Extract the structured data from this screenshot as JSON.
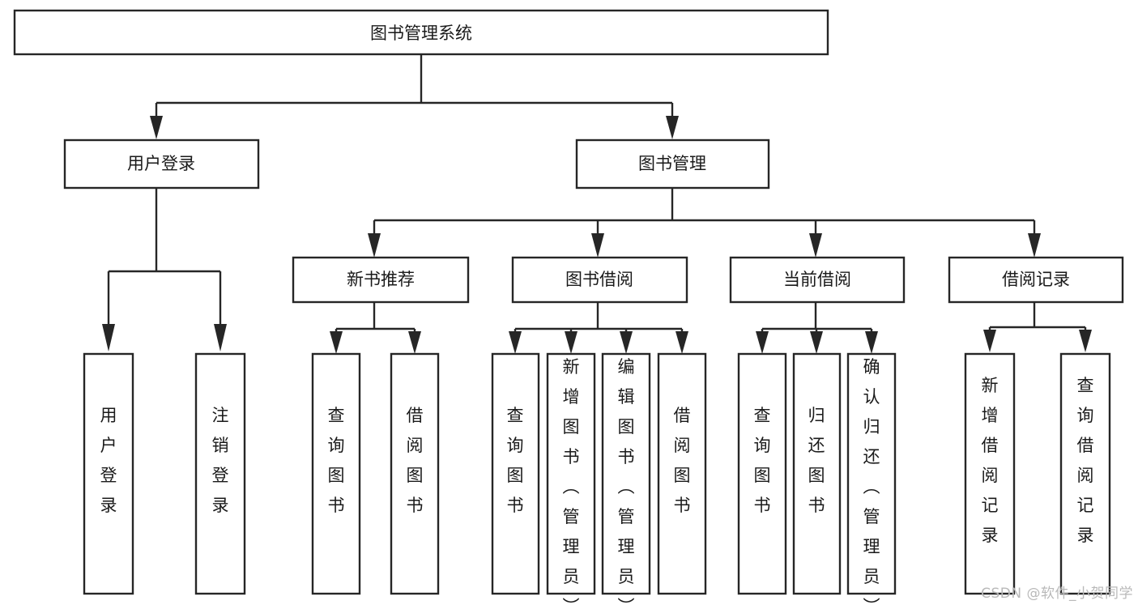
{
  "diagram": {
    "type": "tree-flowchart",
    "title": "图书管理系统",
    "orientation": "top-down",
    "colors": {
      "box_fill": "#ffffff",
      "box_stroke": "#262626",
      "text": "#1a1a1a",
      "watermark": "#b9b9b9",
      "background": "#ffffff"
    },
    "root": {
      "label": "图书管理系统"
    },
    "level2": [
      {
        "label": "用户登录"
      },
      {
        "label": "图书管理"
      }
    ],
    "level3": [
      {
        "label": "新书推荐"
      },
      {
        "label": "图书借阅"
      },
      {
        "label": "当前借阅"
      },
      {
        "label": "借阅记录"
      }
    ],
    "leaves": {
      "user_login": [
        {
          "label": "用户登录"
        },
        {
          "label": "注销登录"
        }
      ],
      "new_book_recommend": [
        {
          "label": "查询图书"
        },
        {
          "label": "借阅图书"
        }
      ],
      "book_borrow": [
        {
          "label": "查询图书"
        },
        {
          "label": "新增图书（管理员）"
        },
        {
          "label": "编辑图书（管理员）"
        },
        {
          "label": "借阅图书"
        }
      ],
      "current_borrow": [
        {
          "label": "查询图书"
        },
        {
          "label": "归还图书"
        },
        {
          "label": "确认归还（管理员）"
        }
      ],
      "borrow_record": [
        {
          "label": "新增借阅记录"
        },
        {
          "label": "查询借阅记录"
        }
      ]
    }
  },
  "watermark": {
    "text": "CSDN @软件_小贺同学"
  }
}
